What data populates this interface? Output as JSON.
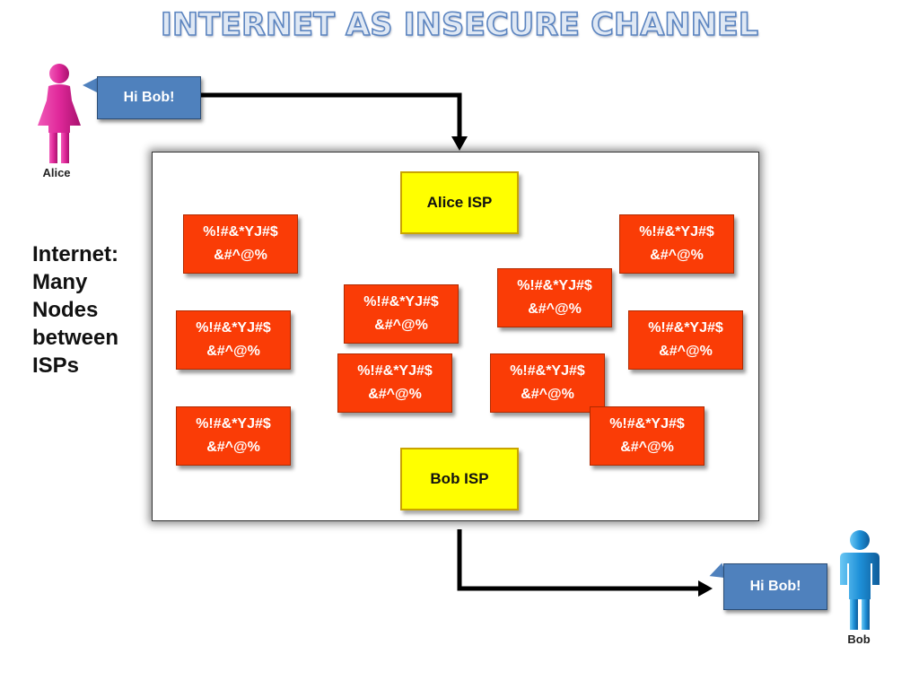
{
  "title": "INTERNET AS INSECURE CHANNEL",
  "alice": {
    "label": "Alice",
    "message": "Hi Bob!"
  },
  "bob": {
    "label": "Bob",
    "message": "Hi Bob!"
  },
  "side_label": {
    "lines": [
      "Internet:",
      "Many",
      "Nodes",
      "between",
      "ISPs"
    ]
  },
  "isps": {
    "alice": "Alice ISP",
    "bob": "Bob ISP"
  },
  "node_text": {
    "line1": "%!#&*YJ#$",
    "line2": "&#^@%"
  },
  "colors": {
    "alice_figure": "#e0289a",
    "bob_figure": "#1e90d8",
    "bubble": "#4f81bd",
    "isp": "#ffff00",
    "node": "#fa3c06"
  }
}
